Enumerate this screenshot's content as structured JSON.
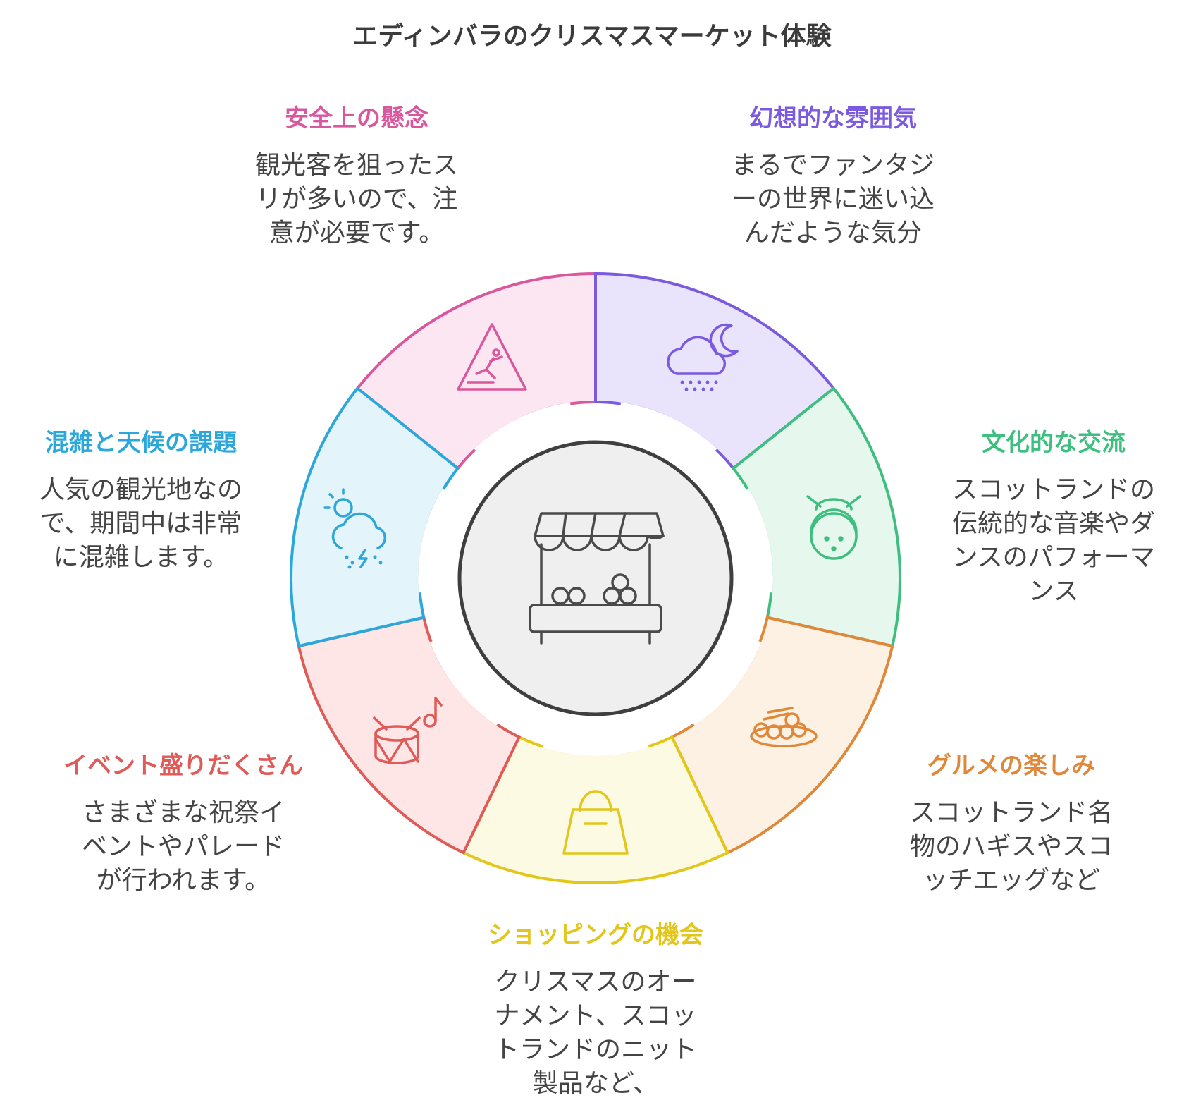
{
  "title": "エディンバラのクリスマスマーケット体験",
  "colors": {
    "pink": "#d9579c",
    "purple": "#7b5ae0",
    "green": "#3fbf7f",
    "orange": "#e0883a",
    "yellow": "#e2c619",
    "red": "#e05a57",
    "blue": "#2ba7d9",
    "center": "#efefef",
    "outline": "#3f3f3f"
  },
  "center": {
    "icon": "market-stall-icon"
  },
  "topics": {
    "safety": {
      "heading": "安全上の懸念",
      "body_lines": [
        "観光客を狙ったス",
        "リが多いので、注",
        "意が必要です。"
      ],
      "icon": "warning-slip-icon"
    },
    "atmosphere": {
      "heading": "幻想的な雰囲気",
      "body_lines": [
        "まるでファンタジ",
        "ーの世界に迷い込",
        "んだような気分"
      ],
      "icon": "snow-cloud-moon-icon"
    },
    "culture": {
      "heading": "文化的な交流",
      "body_lines": [
        "スコットランドの",
        "伝統的な音楽やダ",
        "ンスのパフォーマ",
        "ンス"
      ],
      "icon": "geisha-face-icon"
    },
    "gourmet": {
      "heading": "グルメの楽しみ",
      "body_lines": [
        "スコットランド名",
        "物のハギスやスコ",
        "ッチエッグなど"
      ],
      "icon": "food-platter-icon"
    },
    "shopping": {
      "heading": "ショッピングの機会",
      "body_lines": [
        "クリスマスのオー",
        "ナメント、スコッ",
        "トランドのニット",
        "製品など、"
      ],
      "icon": "shopping-bag-icon"
    },
    "events": {
      "heading": "イベント盛りだくさん",
      "body_lines": [
        "さまざまな祝祭イ",
        "ベントやパレード",
        "が行われます。"
      ],
      "icon": "drum-music-icon"
    },
    "crowds": {
      "heading": "混雑と天候の課題",
      "body_lines": [
        "人気の観光地なの",
        "で、期間中は非常",
        "に混雑します。"
      ],
      "icon": "storm-cloud-sun-icon"
    }
  }
}
